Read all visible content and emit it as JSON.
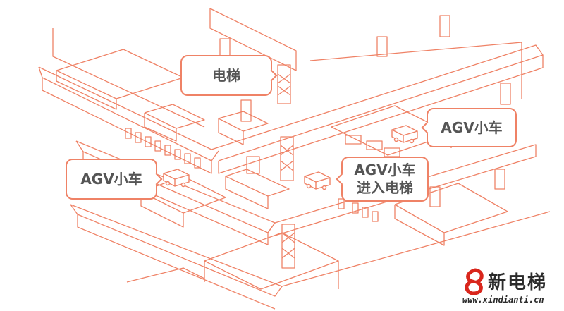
{
  "callouts": {
    "elevator": "电梯",
    "agv_right": "AGV小车",
    "agv_left": "AGV小车",
    "agv_enter_line1": "AGV小车",
    "agv_enter_line2": "进入电梯"
  },
  "watermark": {
    "brand_cn": "新电梯",
    "url": "www.xindianti.cn"
  },
  "colors": {
    "line": "#ef8266",
    "text": "#555555",
    "logo_red": "#d9261c"
  }
}
